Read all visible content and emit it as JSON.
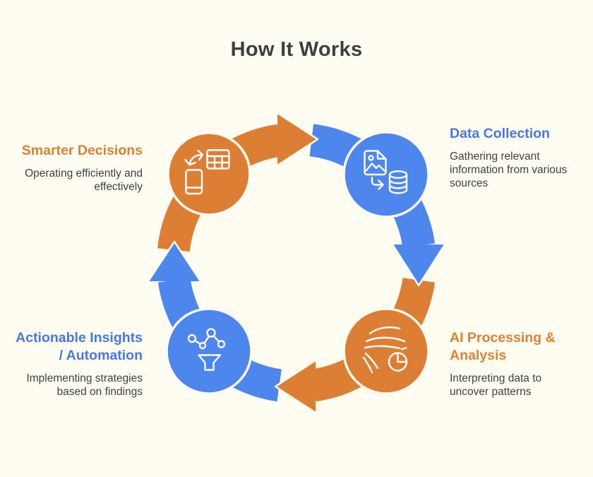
{
  "title": "How It Works",
  "colors": {
    "background": "#FFFCF2",
    "orange": "#DD7E35",
    "blue": "#4D86EC",
    "heading_orange": "#DE8130",
    "heading_blue": "#4678E4",
    "title_text": "#3C3F42",
    "body_text": "#3F4245",
    "icon_stroke": "#FFFFFF"
  },
  "steps": [
    {
      "id": "data-collection",
      "position": "top-right",
      "label": "Data Collection",
      "description": "Gathering relevant\ninformation from various\nsources",
      "color": "blue",
      "icon": "image-file-to-database-icon"
    },
    {
      "id": "ai-processing-analysis",
      "position": "bottom-right",
      "label": "AI Processing &\nAnalysis",
      "description": "Interpreting data to\nuncover patterns",
      "color": "orange",
      "icon": "data-streams-pie-chart-icon"
    },
    {
      "id": "actionable-insights-automation",
      "position": "bottom-left",
      "label": "Actionable Insights\n/ Automation",
      "description": "Implementing strategies\nbased on findings",
      "color": "blue",
      "icon": "network-nodes-funnel-icon"
    },
    {
      "id": "smarter-decisions",
      "position": "top-left",
      "label": "Smarter Decisions",
      "description": "Operating efficiently and\neffectively",
      "color": "orange",
      "icon": "phone-table-sync-icon"
    }
  ]
}
